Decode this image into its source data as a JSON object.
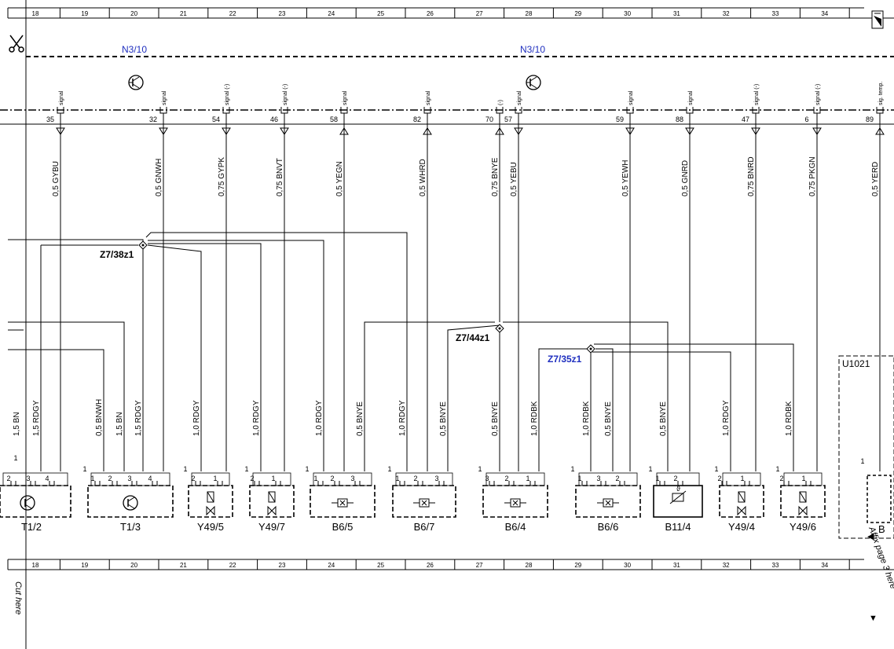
{
  "grid_columns": [
    "18",
    "19",
    "20",
    "21",
    "22",
    "23",
    "24",
    "25",
    "26",
    "27",
    "28",
    "29",
    "30",
    "31",
    "32",
    "33",
    "34"
  ],
  "module_labels": [
    "N3/10",
    "N3/10"
  ],
  "module_pins": [
    {
      "num": "35",
      "signal": "signal",
      "wire": "0,5 GYBU",
      "dir": "out"
    },
    {
      "num": "32",
      "signal": "signal",
      "wire": "0,5 GNWH",
      "dir": "out"
    },
    {
      "num": "54",
      "signal": "signal (-)",
      "wire": "0,75 GYPK",
      "dir": "out"
    },
    {
      "num": "46",
      "signal": "signal (-)",
      "wire": "0,75 BNVT",
      "dir": "out"
    },
    {
      "num": "58",
      "signal": "signal",
      "wire": "0,5 YEGN",
      "dir": "in"
    },
    {
      "num": "82",
      "signal": "signal",
      "wire": "0,5 WHRD",
      "dir": "in"
    },
    {
      "num": "70",
      "signal": "(-)",
      "wire": "0,75 BNYE",
      "dir": "in"
    },
    {
      "num": "57",
      "signal": "signal",
      "wire": "0,5 YEBU",
      "dir": "out"
    },
    {
      "num": "59",
      "signal": "signal",
      "wire": "0,5 YEWH",
      "dir": "out"
    },
    {
      "num": "88",
      "signal": "signal",
      "wire": "0,5 GNRD",
      "dir": "out"
    },
    {
      "num": "47",
      "signal": "signal (-)",
      "wire": "0,75 BNRD",
      "dir": "out"
    },
    {
      "num": "6",
      "signal": "signal (-)",
      "wire": "0,75 PKGN",
      "dir": "out"
    },
    {
      "num": "89",
      "signal": "sig. temp.",
      "wire": "0,5 YERD",
      "dir": "in"
    }
  ],
  "splices": [
    "Z7/38z1",
    "Z7/44z1",
    "Z7/35z1"
  ],
  "lower_wires": [
    "1,5 BN",
    "1,5 RDGY",
    "0,5 BNWH",
    "1,5 BN",
    "1,5 RDGY",
    "1,0 RDGY",
    "1,0 RDGY",
    "1,0 RDGY",
    "0,5 BNYE",
    "1,0 RDGY",
    "0,5 BNYE",
    "0,5 BNYE",
    "1,0 RDBK",
    "1,0 RDBK",
    "0,5 BNYE",
    "0,5 BNYE",
    "1,0 RDGY",
    "1,0 RDBK"
  ],
  "components": [
    {
      "label": "T1/2",
      "pins": [
        "2",
        "3",
        "4"
      ]
    },
    {
      "label": "T1/3",
      "pins": [
        "1",
        "2",
        "3",
        "4"
      ]
    },
    {
      "label": "Y49/5",
      "pins": [
        "2",
        "1"
      ]
    },
    {
      "label": "Y49/7",
      "pins": [
        "2",
        "1"
      ]
    },
    {
      "label": "B6/5",
      "pins": [
        "1",
        "2",
        "3"
      ]
    },
    {
      "label": "B6/7",
      "pins": [
        "1",
        "2",
        "3"
      ]
    },
    {
      "label": "B6/4",
      "pins": [
        "3",
        "2",
        "1"
      ]
    },
    {
      "label": "B6/6",
      "pins": [
        "1",
        "3",
        "2"
      ]
    },
    {
      "label": "B11/4",
      "pins": [
        "1",
        "2"
      ]
    },
    {
      "label": "Y49/4",
      "pins": [
        "2",
        "1"
      ]
    },
    {
      "label": "Y49/6",
      "pins": [
        "2",
        "1"
      ]
    }
  ],
  "corner_labels": {
    "edge_one": "1",
    "comp_1": "1",
    "comp_2": "1",
    "comp_3": "1",
    "comp_4": "1",
    "comp_5": "1",
    "comp_6": "1",
    "comp_7": "1",
    "comp_8": "1",
    "comp_9": "1",
    "comp_10": "1"
  },
  "extra_module": {
    "label": "U1021",
    "pin": "1",
    "partial": "B"
  },
  "cut_left": "Cut here",
  "cut_right": "Affix page 3 here",
  "accent_color": "#1f2fbf"
}
